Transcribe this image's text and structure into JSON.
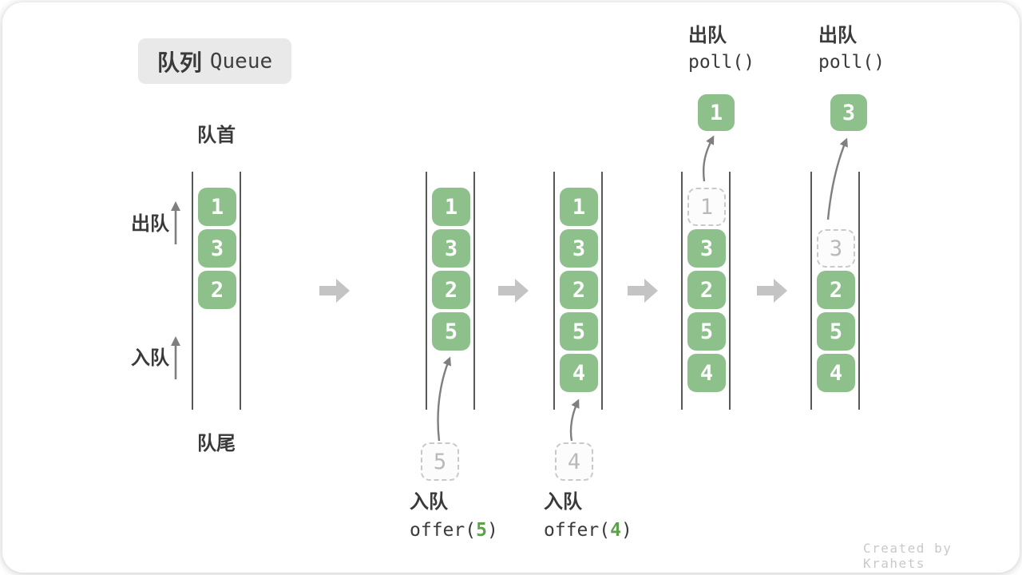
{
  "title": {
    "zh": "队列",
    "en": "Queue"
  },
  "side_labels": {
    "front": "队首",
    "rear": "队尾",
    "dequeue": "出队",
    "enqueue": "入队"
  },
  "queues": [
    {
      "items": [
        {
          "value": "1"
        },
        {
          "value": "3"
        },
        {
          "value": "2"
        }
      ]
    },
    {
      "items": [
        {
          "value": "1"
        },
        {
          "value": "3"
        },
        {
          "value": "2"
        },
        {
          "value": "5"
        }
      ]
    },
    {
      "items": [
        {
          "value": "1"
        },
        {
          "value": "3"
        },
        {
          "value": "2"
        },
        {
          "value": "5"
        },
        {
          "value": "4"
        }
      ]
    },
    {
      "items": [
        {
          "value": "1",
          "ghost": true,
          "slot": 1
        },
        {
          "value": "3",
          "slot": 2
        },
        {
          "value": "2",
          "slot": 3
        },
        {
          "value": "5",
          "slot": 4
        },
        {
          "value": "4",
          "slot": 5
        }
      ]
    },
    {
      "items": [
        {
          "value": "3",
          "ghost": true,
          "slot": 2
        },
        {
          "value": "2",
          "slot": 3
        },
        {
          "value": "5",
          "slot": 4
        },
        {
          "value": "4",
          "slot": 5
        }
      ]
    }
  ],
  "enqueue_ops": [
    {
      "label": "入队",
      "code_pre": "offer(",
      "code_value": "5",
      "code_post": ")",
      "ghost_value": "5"
    },
    {
      "label": "入队",
      "code_pre": "offer(",
      "code_value": "4",
      "code_post": ")",
      "ghost_value": "4"
    }
  ],
  "dequeue_ops": [
    {
      "label": "出队",
      "code": "poll()",
      "value": "1"
    },
    {
      "label": "出队",
      "code": "poll()",
      "value": "3"
    }
  ],
  "watermark": "Created by Krahets",
  "colors": {
    "green": "#8ec08c",
    "code_green": "#5fa04e",
    "block_arrow": "#c4c4c4",
    "curve_arrow": "#7f7f7f",
    "ghost_border": "#c9c9c9",
    "ghost_text": "#b9b9b9",
    "text": "#3a3a3a",
    "wall": "#585858",
    "badge_bg": "#e9e9e9",
    "watermark": "#c9c9c9"
  }
}
